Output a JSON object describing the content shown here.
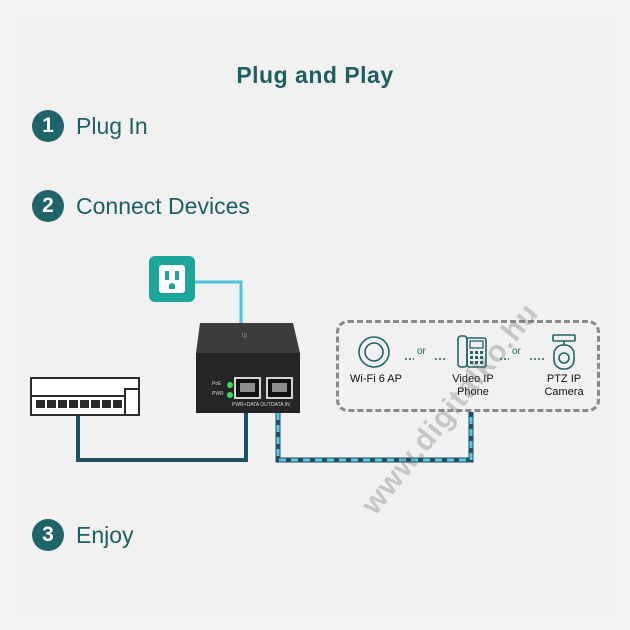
{
  "title": "Plug and Play",
  "steps": [
    {
      "number": "1",
      "label": "Plug In"
    },
    {
      "number": "2",
      "label": "Connect Devices"
    },
    {
      "number": "3",
      "label": "Enjoy"
    }
  ],
  "injector": {
    "led_labels": [
      "PoE",
      "PWR"
    ],
    "port_out_label": "PWR+DATA OUT",
    "port_in_label": "DATA IN",
    "brand_mark": "tp"
  },
  "devices": [
    {
      "label_line1": "Wi-Fi 6 AP",
      "label_line2": "",
      "icon": "access-point-icon"
    },
    {
      "label_line1": "Video IP",
      "label_line2": "Phone",
      "icon": "ip-phone-icon"
    },
    {
      "label_line1": "PTZ IP",
      "label_line2": "Camera",
      "icon": "ptz-camera-icon"
    }
  ],
  "or_text": "or",
  "watermark": "www.digitalko.hu",
  "colors": {
    "teal_dark": "#1f6468",
    "teal_accent": "#1aa69b",
    "cable_blue": "#5ec8e6",
    "cable_dark": "#1d5060"
  }
}
